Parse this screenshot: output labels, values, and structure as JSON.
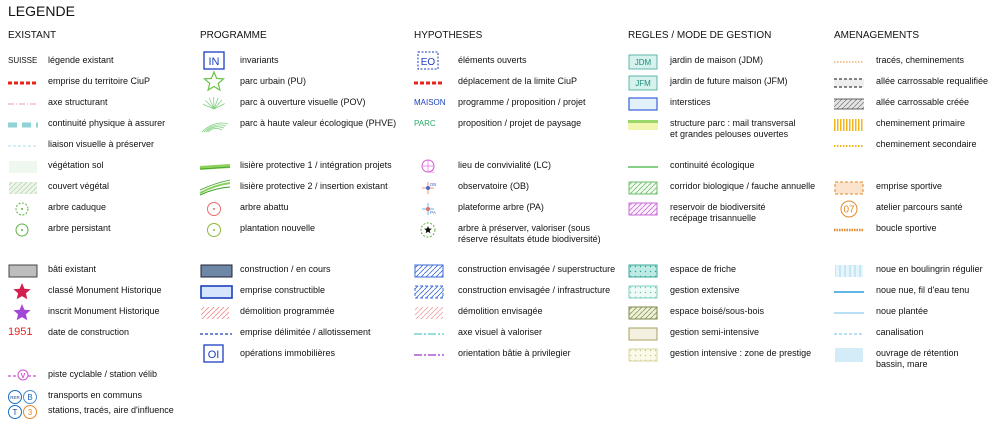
{
  "legend_title": "LEGENDE",
  "columns": [
    {
      "heading": "EXISTANT",
      "items": [
        {
          "symbol": "text-suisse",
          "symbol_text": "SUISSE",
          "label": "légende existant"
        },
        {
          "symbol": "red-dashed-line",
          "label": "emprise du territoire CiuP"
        },
        {
          "symbol": "pink-dash-dot-line",
          "label": "axe structurant"
        },
        {
          "symbol": "teal-dashed-thick",
          "label": "continuité physique à assurer"
        },
        {
          "symbol": "lightblue-dashed",
          "label": "liaison visuelle à préserver"
        },
        {
          "symbol": "pale-green-box",
          "label": "végétation sol"
        },
        {
          "symbol": "hatched-green-box",
          "label": "couvert végétal"
        },
        {
          "symbol": "tree-circle-dashed",
          "label": "arbre caduque"
        },
        {
          "symbol": "tree-circle-solid",
          "label": "arbre persistant"
        },
        {
          "symbol": "grey-box",
          "label": "bâti existant"
        },
        {
          "symbol": "star-red",
          "label": "classé Monument Historique"
        },
        {
          "symbol": "star-purple",
          "label": "inscrit Monument Historique"
        },
        {
          "symbol": "text-1951",
          "symbol_text": "1951",
          "label": "date de construction"
        },
        {
          "symbol": "velib",
          "symbol_text": "V",
          "label": "piste cyclable / station vélib"
        },
        {
          "symbol": "transport-rer",
          "symbol_text": "RER",
          "symbol_text2": "B",
          "label": "transports en communs"
        },
        {
          "symbol": "transport-tram",
          "symbol_text": "T",
          "symbol_text2": "3",
          "label": "stations, tracés, aire d'influence"
        }
      ]
    },
    {
      "heading": "PROGRAMME",
      "items": [
        {
          "symbol": "box-text-blue",
          "symbol_text": "IN",
          "label": "invariants"
        },
        {
          "symbol": "star-green-outline",
          "label": "parc urbain (PU)"
        },
        {
          "symbol": "pov-rays",
          "label": "parc à ouverture visuelle (POV)"
        },
        {
          "symbol": "phve-arcs",
          "label": "parc à haute valeur écologique (PHVE)"
        },
        {
          "symbol": "green-band-1",
          "label": "lisière protective 1 / intégration projets"
        },
        {
          "symbol": "green-band-2",
          "label": "lisière protective 2 / insertion existant"
        },
        {
          "symbol": "tree-felled",
          "label": "arbre abattu"
        },
        {
          "symbol": "tree-new",
          "label": "plantation nouvelle"
        },
        {
          "symbol": "navy-box",
          "label": "construction / en cours"
        },
        {
          "symbol": "blue-outline-box",
          "label": "emprise constructible"
        },
        {
          "symbol": "red-stripe-box",
          "label": "démolition programmée"
        },
        {
          "symbol": "blue-dashed-line",
          "label": "emprise délimitée / allotissement"
        },
        {
          "symbol": "box-text-blue-small",
          "symbol_text": "OI",
          "label": "opérations immobilières"
        }
      ]
    },
    {
      "heading": "HYPOTHESES",
      "items": [
        {
          "symbol": "dashed-box-text",
          "symbol_text": "EO",
          "label": "éléments ouverts"
        },
        {
          "symbol": "red-dashed-line",
          "label": "déplacement de la limite CiuP"
        },
        {
          "symbol": "text-maison",
          "symbol_text": "MAISON",
          "label": "programme / proposition / projet"
        },
        {
          "symbol": "text-parc",
          "symbol_text": "PARC",
          "label": "proposition / projet de paysage"
        },
        {
          "symbol": "lc-icon",
          "symbol_text": "LC",
          "label": "lieu de convivialité (LC)"
        },
        {
          "symbol": "ob-icon",
          "symbol_text": "OB",
          "label": "observatoire (OB)"
        },
        {
          "symbol": "pa-icon",
          "symbol_text": "PA",
          "label": "plateforme arbre (PA)"
        },
        {
          "symbol": "tree-star",
          "label": "arbre à préserver, valoriser (sous",
          "label2": "réserve résultats étude biodiversité)"
        },
        {
          "symbol": "blue-hatch-box",
          "label": "construction envisagée / superstructure"
        },
        {
          "symbol": "blue-hatch-dashed-box",
          "label": "construction envisagée / infrastructure"
        },
        {
          "symbol": "pink-hatch-box",
          "label": "démolition envisagée"
        },
        {
          "symbol": "teal-dash-dot",
          "label": "axe visuel à valoriser"
        },
        {
          "symbol": "purple-dash-dot",
          "label": "orientation bâtie à privilegier"
        }
      ]
    },
    {
      "heading": "REGLES / MODE DE GESTION",
      "items": [
        {
          "symbol": "teal-box-text",
          "symbol_text": "JDM",
          "label": "jardin de maison (JDM)"
        },
        {
          "symbol": "teal-box-text",
          "symbol_text": "JFM",
          "label": "jardin de future maison (JFM)"
        },
        {
          "symbol": "lightblue-outline-box",
          "label": "interstices"
        },
        {
          "symbol": "green-yellow-band",
          "label": "structure parc : mail transversal",
          "label2": "et grandes pelouses ouvertes"
        },
        {
          "symbol": "green-line",
          "label": "continuité écologique"
        },
        {
          "symbol": "green-hatch-box",
          "label": "corridor biologique / fauche annuelle"
        },
        {
          "symbol": "purple-hatch-box",
          "label": "reservoir de biodiversité",
          "label2": "recépage trisannuelle"
        },
        {
          "symbol": "teal-hex-box",
          "label": "espace de friche"
        },
        {
          "symbol": "teal-dots-box",
          "label": "gestion extensive"
        },
        {
          "symbol": "olive-hatch-box",
          "label": "espace boisé/sous-bois"
        },
        {
          "symbol": "olive-box",
          "label": "gestion semi-intensive"
        },
        {
          "symbol": "cream-dots-box",
          "label": "gestion intensive : zone de prestige"
        }
      ]
    },
    {
      "heading": "AMENAGEMENTS",
      "items": [
        {
          "symbol": "orange-dotted-line",
          "label": "tracés, cheminements"
        },
        {
          "symbol": "black-dashed-band",
          "label": "allée carrossable requalifiée"
        },
        {
          "symbol": "grey-hatch-band",
          "label": "allée carrossable créée"
        },
        {
          "symbol": "yellow-bars",
          "label": "cheminement primaire"
        },
        {
          "symbol": "yellow-dotted",
          "label": "cheminement secondaire"
        },
        {
          "symbol": "orange-dashed-box",
          "label": "emprise sportive"
        },
        {
          "symbol": "circle-07",
          "symbol_text": "07",
          "label": "atelier parcours  santé"
        },
        {
          "symbol": "orange-dashed-line",
          "label": "boucle sportive"
        },
        {
          "symbol": "lightblue-stripe-box",
          "label": "noue en boulingrin régulier"
        },
        {
          "symbol": "blue-line",
          "label": "noue nue, fil d'eau tenu"
        },
        {
          "symbol": "blue-thin-line",
          "label": "noue plantée"
        },
        {
          "symbol": "cyan-dashed",
          "label": "canalisation"
        },
        {
          "symbol": "lightblue-box",
          "label": "ouvrage de rétention",
          "label2": "bassin, mare"
        }
      ]
    }
  ],
  "colors": {
    "red": "#e8231e",
    "blue": "#1b3fbf",
    "navy": "#6f87a6",
    "green": "#5fb341",
    "teal": "#3fb6a8",
    "purple": "#9b35c9",
    "orange": "#e38a2a",
    "lightblue": "#a8d8ec"
  }
}
